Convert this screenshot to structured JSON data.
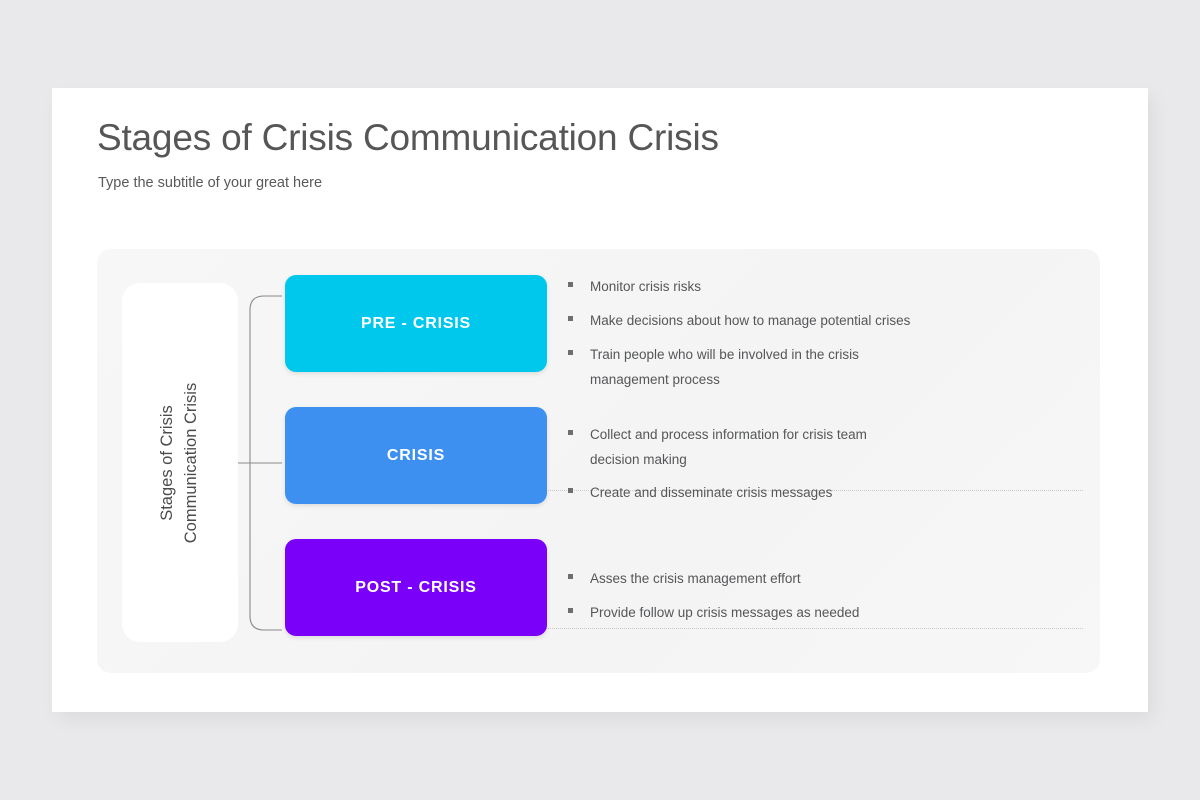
{
  "slide": {
    "title": "Stages of Crisis Communication Crisis",
    "subtitle": "Type the subtitle of your great here",
    "label_card": {
      "line1": "Stages of Crisis",
      "line2": "Communication  Crisis"
    },
    "stages": [
      {
        "id": "pre-crisis",
        "label": "PRE - CRISIS",
        "color": "#00c8ec",
        "bullets": [
          "Monitor crisis risks",
          "Make decisions about how to manage potential crises",
          "Train people who will be involved in the crisis management process"
        ]
      },
      {
        "id": "crisis",
        "label": "CRISIS",
        "color": "#3d90f0",
        "bullets": [
          "Collect and process information for crisis team decision making",
          "Create and disseminate crisis messages"
        ]
      },
      {
        "id": "post-crisis",
        "label": "POST - CRISIS",
        "color": "#7a00fa",
        "bullets": [
          "Asses the crisis management effort",
          "Provide follow up crisis messages as needed"
        ]
      }
    ]
  },
  "colors": {
    "background": "#e9e9eb",
    "slide": "#ffffff",
    "panel": "#f5f5f5",
    "title_text": "#565656",
    "body_text": "#555658",
    "connector": "#8b8b8b",
    "separator": "#c9c9c9"
  }
}
